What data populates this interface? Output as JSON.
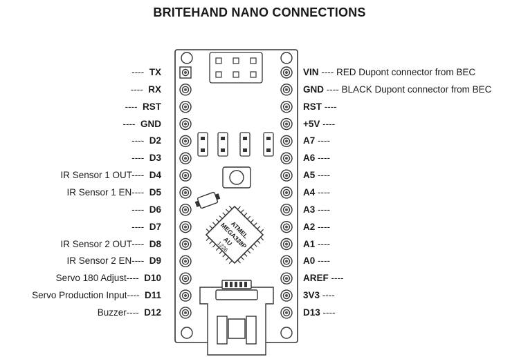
{
  "title": "BRITEHAND NANO CONNECTIONS",
  "left_pins": [
    {
      "desc": "",
      "dash": "----",
      "pin": "TX"
    },
    {
      "desc": "",
      "dash": "----",
      "pin": "RX"
    },
    {
      "desc": "",
      "dash": "----",
      "pin": "RST"
    },
    {
      "desc": "",
      "dash": "----",
      "pin": "GND"
    },
    {
      "desc": "",
      "dash": "----",
      "pin": "D2"
    },
    {
      "desc": "",
      "dash": "----",
      "pin": "D3"
    },
    {
      "desc": "IR Sensor 1 OUT",
      "dash": "----",
      "pin": "D4"
    },
    {
      "desc": "IR Sensor 1 EN",
      "dash": "----",
      "pin": "D5"
    },
    {
      "desc": "",
      "dash": "----",
      "pin": "D6"
    },
    {
      "desc": "",
      "dash": "----",
      "pin": "D7"
    },
    {
      "desc": "IR Sensor 2 OUT",
      "dash": "----",
      "pin": "D8"
    },
    {
      "desc": "IR Sensor 2 EN",
      "dash": "----",
      "pin": "D9"
    },
    {
      "desc": "Servo 180 Adjust",
      "dash": "----",
      "pin": "D10"
    },
    {
      "desc": "Servo Production Input",
      "dash": "----",
      "pin": "D11"
    },
    {
      "desc": "Buzzer",
      "dash": "----",
      "pin": "D12"
    }
  ],
  "right_pins": [
    {
      "pin": "VIN",
      "dash": "----",
      "desc": "RED Dupont connector from BEC"
    },
    {
      "pin": "GND",
      "dash": "----",
      "desc": "BLACK Dupont connector from BEC"
    },
    {
      "pin": "RST",
      "dash": "----",
      "desc": ""
    },
    {
      "pin": "+5V",
      "dash": "----",
      "desc": ""
    },
    {
      "pin": "A7",
      "dash": "----",
      "desc": ""
    },
    {
      "pin": "A6",
      "dash": "----",
      "desc": ""
    },
    {
      "pin": "A5",
      "dash": "----",
      "desc": ""
    },
    {
      "pin": "A4",
      "dash": "----",
      "desc": ""
    },
    {
      "pin": "A3",
      "dash": "----",
      "desc": ""
    },
    {
      "pin": "A2",
      "dash": "----",
      "desc": ""
    },
    {
      "pin": "A1",
      "dash": "----",
      "desc": ""
    },
    {
      "pin": "A0",
      "dash": "----",
      "desc": ""
    },
    {
      "pin": "AREF",
      "dash": "----",
      "desc": ""
    },
    {
      "pin": "3V3",
      "dash": "----",
      "desc": ""
    },
    {
      "pin": "D13",
      "dash": "----",
      "desc": ""
    }
  ],
  "chip": {
    "brand": "ATMEL",
    "model": "MEGA328P",
    "pkg": "AU",
    "date": "1226"
  }
}
